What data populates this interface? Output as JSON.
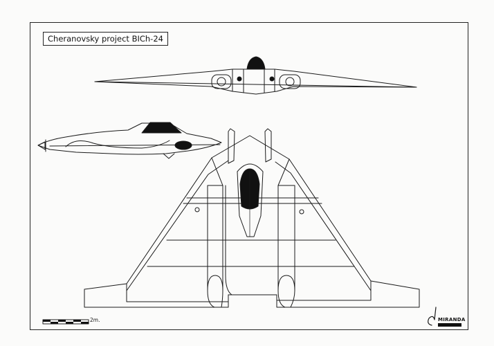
{
  "title": "Cheranovsky project BICh-24",
  "scale": {
    "label": "2m."
  },
  "logo": {
    "text": "MIRANDA"
  }
}
